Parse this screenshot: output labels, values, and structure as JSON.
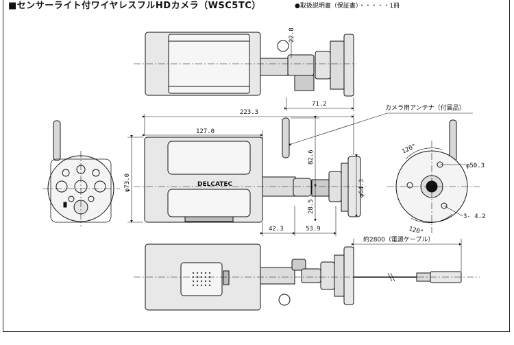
{
  "header": {
    "title": "■センサーライト付ワイヤレスフルHDカメラ（WSC5TC）",
    "accessory_line": "●取扱説明書（保証書）・・・・・1冊"
  },
  "brand": {
    "logo_text": "DELCATEC"
  },
  "callouts": {
    "antenna": "カメラ用アンテナ（付属品）",
    "cable": "約2800（電源ケーブル）"
  },
  "dimensions": {
    "top_offset": "22.8",
    "top_bracket": "71.2",
    "overall_length": "223.3",
    "body_length": "127.0",
    "body_diameter": "φ73.0",
    "antenna_height": "82.6",
    "bracket_height": "28.5",
    "base_diameter": "φ64.3",
    "bracket_span": "42.3",
    "base_depth": "53.9",
    "base_circle": "φ50.3",
    "angle_top": "120°",
    "angle_bottom": "120°",
    "screw_holes": "3- 4.2"
  }
}
